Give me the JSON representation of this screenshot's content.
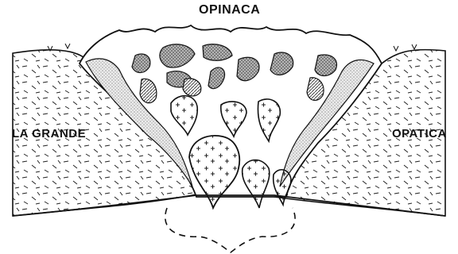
{
  "labels": {
    "top": "OPINACA",
    "left": "LA GRANDE",
    "right": "OPATICA"
  },
  "colors": {
    "ink": "#111111",
    "paper": "#ffffff",
    "shade": "#e6e6e6"
  }
}
